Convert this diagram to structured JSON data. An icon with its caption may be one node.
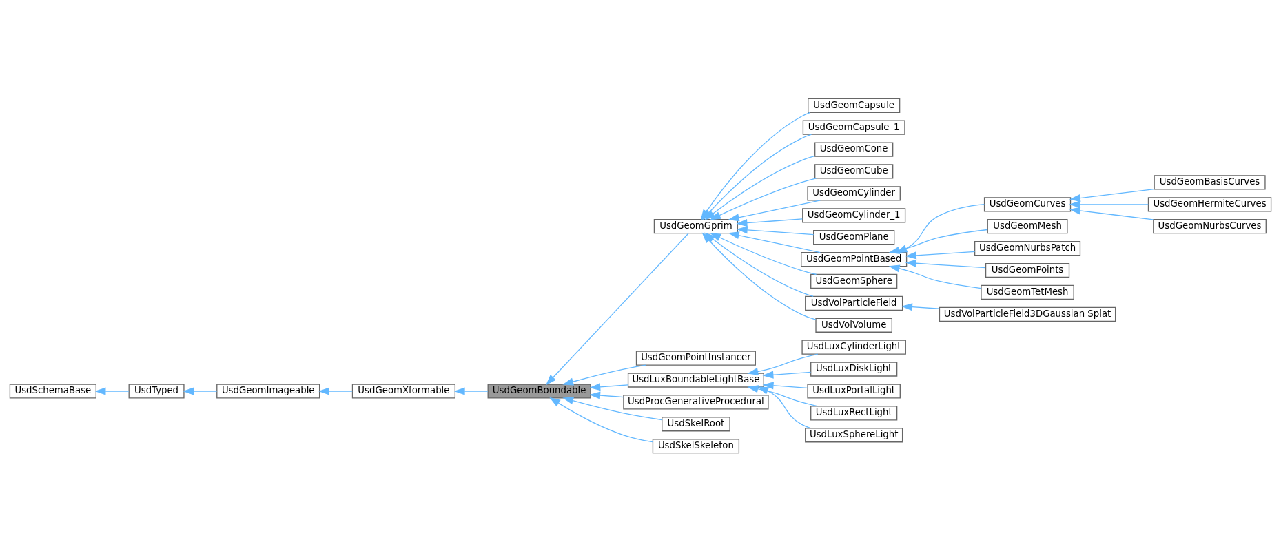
{
  "diagram": {
    "nodes": [
      {
        "text": [
          "UsdSchemaBase"
        ]
      },
      {
        "text": [
          "UsdTyped"
        ]
      },
      {
        "text": [
          "UsdGeomImageable"
        ]
      },
      {
        "text": [
          "UsdGeomXformable"
        ]
      },
      {
        "text": [
          "UsdGeomBoundable"
        ]
      },
      {
        "text": [
          "UsdGeomGprim"
        ]
      },
      {
        "text": [
          "UsdGeomPointInstancer"
        ]
      },
      {
        "text": [
          "UsdLuxBoundableLightBase"
        ]
      },
      {
        "text": [
          "UsdProcGenerativeProcedural"
        ]
      },
      {
        "text": [
          "UsdSkelRoot"
        ]
      },
      {
        "text": [
          "UsdSkelSkeleton"
        ]
      },
      {
        "text": [
          "UsdGeomCapsule"
        ]
      },
      {
        "text": [
          "UsdGeomCapsule_1"
        ]
      },
      {
        "text": [
          "UsdGeomCone"
        ]
      },
      {
        "text": [
          "UsdGeomCube"
        ]
      },
      {
        "text": [
          "UsdGeomCylinder"
        ]
      },
      {
        "text": [
          "UsdGeomCylinder_1"
        ]
      },
      {
        "text": [
          "UsdGeomPlane"
        ]
      },
      {
        "text": [
          "UsdGeomPointBased"
        ]
      },
      {
        "text": [
          "UsdGeomSphere"
        ]
      },
      {
        "text": [
          "UsdVolParticleField"
        ]
      },
      {
        "text": [
          "UsdVolVolume"
        ]
      },
      {
        "text": [
          "UsdLuxCylinderLight"
        ]
      },
      {
        "text": [
          "UsdLuxDiskLight"
        ]
      },
      {
        "text": [
          "UsdLuxPortalLight"
        ]
      },
      {
        "text": [
          "UsdLuxRectLight"
        ]
      },
      {
        "text": [
          "UsdLuxSphereLight"
        ]
      },
      {
        "text": [
          "UsdGeomCurves"
        ]
      },
      {
        "text": [
          "UsdGeomMesh"
        ]
      },
      {
        "text": [
          "UsdGeomNurbsPatch"
        ]
      },
      {
        "text": [
          "UsdGeomPoints"
        ]
      },
      {
        "text": [
          "UsdGeomTetMesh"
        ]
      },
      {
        "text": [
          "UsdVolParticleField3DGaussian Splat"
        ]
      },
      {
        "text": [
          "UsdGeomBasisCurves"
        ]
      },
      {
        "text": [
          "UsdGeomHermiteCurves"
        ]
      },
      {
        "text": [
          "UsdGeomNurbsCurves"
        ]
      }
    ],
    "edges": [
      {
        "from": 1,
        "to": 0,
        "arrow": "to"
      },
      {
        "from": 2,
        "to": 1,
        "arrow": "to"
      },
      {
        "from": 3,
        "to": 2,
        "arrow": "to"
      },
      {
        "from": 4,
        "to": 3,
        "arrow": "to"
      },
      {
        "from": 5,
        "to": 4,
        "arrow": "to"
      },
      {
        "from": 6,
        "to": 4,
        "arrow": "to"
      },
      {
        "from": 7,
        "to": 4,
        "arrow": "to"
      },
      {
        "from": 8,
        "to": 4,
        "arrow": "to"
      },
      {
        "from": 9,
        "to": 4,
        "arrow": "to"
      },
      {
        "from": 10,
        "to": 4,
        "arrow": "to"
      },
      {
        "from": 11,
        "to": 5,
        "arrow": "to"
      },
      {
        "from": 12,
        "to": 5,
        "arrow": "to"
      },
      {
        "from": 13,
        "to": 5,
        "arrow": "to"
      },
      {
        "from": 14,
        "to": 5,
        "arrow": "to"
      },
      {
        "from": 15,
        "to": 5,
        "arrow": "to"
      },
      {
        "from": 16,
        "to": 5,
        "arrow": "to"
      },
      {
        "from": 17,
        "to": 5,
        "arrow": "to"
      },
      {
        "from": 18,
        "to": 5,
        "arrow": "to"
      },
      {
        "from": 19,
        "to": 5,
        "arrow": "to"
      },
      {
        "from": 20,
        "to": 5,
        "arrow": "to"
      },
      {
        "from": 21,
        "to": 5,
        "arrow": "to"
      },
      {
        "from": 22,
        "to": 7,
        "arrow": "to"
      },
      {
        "from": 23,
        "to": 7,
        "arrow": "to"
      },
      {
        "from": 24,
        "to": 7,
        "arrow": "to"
      },
      {
        "from": 25,
        "to": 7,
        "arrow": "to"
      },
      {
        "from": 26,
        "to": 7,
        "arrow": "to"
      },
      {
        "from": 27,
        "to": 18,
        "arrow": "to"
      },
      {
        "from": 28,
        "to": 18,
        "arrow": "to"
      },
      {
        "from": 29,
        "to": 18,
        "arrow": "to"
      },
      {
        "from": 30,
        "to": 18,
        "arrow": "to"
      },
      {
        "from": 31,
        "to": 18,
        "arrow": "to"
      },
      {
        "from": 32,
        "to": 20,
        "arrow": "to"
      },
      {
        "from": 33,
        "to": 27,
        "arrow": "to"
      },
      {
        "from": 34,
        "to": 27,
        "arrow": "to"
      },
      {
        "from": 35,
        "to": 27,
        "arrow": "to"
      }
    ]
  }
}
